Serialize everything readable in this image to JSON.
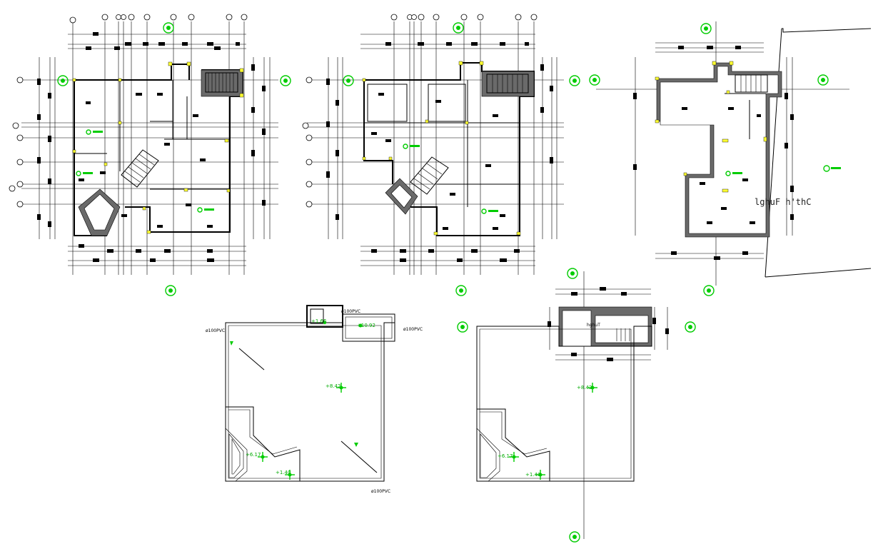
{
  "drawing": {
    "plan_labels": {
      "plan3_annotation": "lghuF h'thC",
      "roof2_annotation": "hghuT"
    },
    "roof1": {
      "level_top_room": "+10.92",
      "level_small": "+1.66",
      "level_center": "+8.42",
      "level_corner": "+6.17",
      "level_lower": "+1.40",
      "drain_top_left": "ø100PVC",
      "drain_top_mid": "ø100PVC",
      "drain_top_right": "ø100PVC",
      "drain_bottom": "ø100PVC"
    },
    "roof2": {
      "level_center": "+8.42",
      "level_corner": "+6.17",
      "level_lower": "+1.40"
    },
    "colors": {
      "lines": "#000000",
      "symbols": "#00cc00",
      "columns": "#ffff33",
      "hatch": "#6a6a6a"
    },
    "icons": [
      "north-arrow-icon",
      "section-marker-icon",
      "grid-bubble-icon",
      "level-marker-icon"
    ]
  }
}
